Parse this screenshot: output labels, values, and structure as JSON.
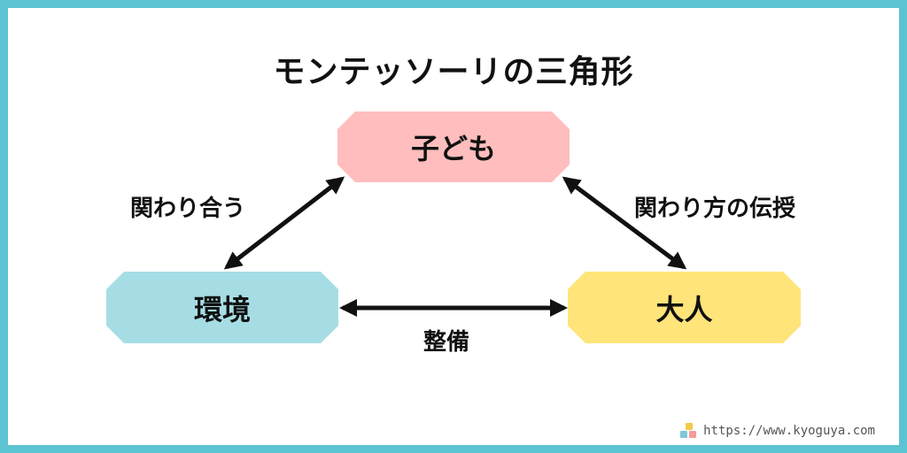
{
  "title": "モンテッソーリの三角形",
  "nodes": {
    "child": {
      "label": "子ども",
      "color": "#ffbdbd"
    },
    "environment": {
      "label": "環境",
      "color": "#a6dde4"
    },
    "adult": {
      "label": "大人",
      "color": "#ffe47a"
    }
  },
  "edges": {
    "child_environment": "関わり合う",
    "child_adult": "関わり方の伝授",
    "environment_adult": "整備"
  },
  "footer": {
    "url": "https://www.kyoguya.com",
    "logo_icon": "blocks-icon"
  },
  "colors": {
    "border": "#5bc3d1",
    "arrow": "#111111"
  }
}
